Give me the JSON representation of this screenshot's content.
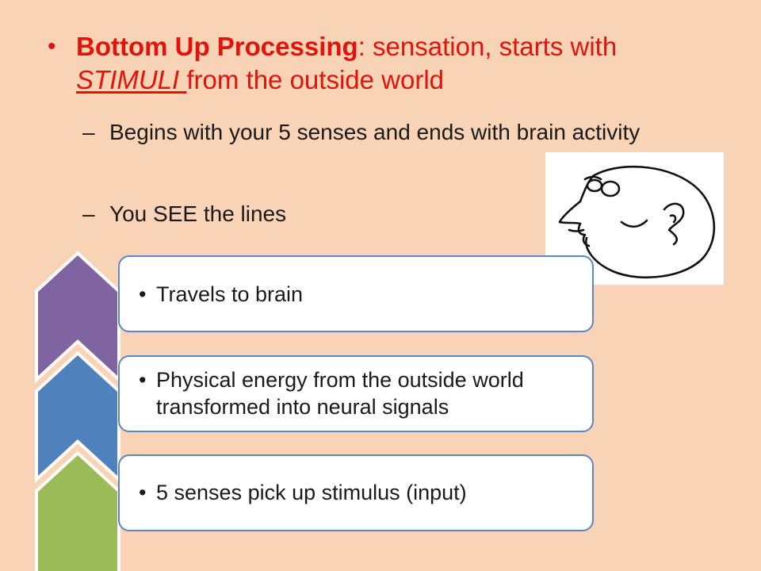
{
  "theme": {
    "background": "#f9d3b5",
    "accent_red": "#e3120b",
    "box_border": "#5b86c5",
    "arrow_colors": [
      "#8064a2",
      "#4f81bd",
      "#9bbb59"
    ]
  },
  "main_bullet": {
    "bullet": "•",
    "term": "Bottom Up Processing",
    "after_term": ": sensation, starts with ",
    "stimuli": "STIMULI ",
    "rest": "from the outside world"
  },
  "sub_bullets": [
    {
      "dash": "–",
      "text": "Begins with your 5 senses and ends with brain activity"
    },
    {
      "dash": "–",
      "text": "You SEE the lines"
    }
  ],
  "process_steps": [
    {
      "bullet": "•",
      "text": "Travels to brain"
    },
    {
      "bullet": "•",
      "text": "Physical energy from the outside world transformed into neural signals"
    },
    {
      "bullet": "•",
      "text": "5 senses pick up stimulus (input)"
    }
  ],
  "image": {
    "icon": "cartoon-face-lines"
  }
}
